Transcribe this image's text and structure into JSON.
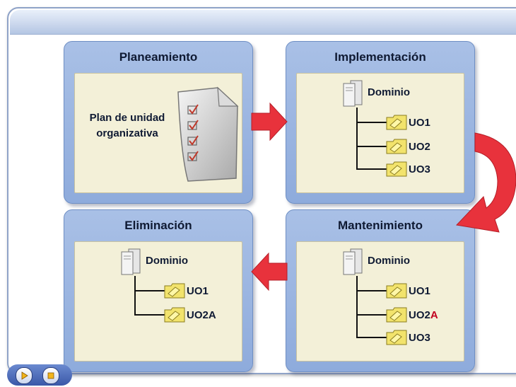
{
  "panels": {
    "planning": {
      "title": "Planeamiento",
      "plan_line1": "Plan de unidad",
      "plan_line2": "organizativa"
    },
    "implementation": {
      "title": "Implementación",
      "domain": "Dominio",
      "ous": [
        "UO1",
        "UO2",
        "UO3"
      ]
    },
    "maintenance": {
      "title": "Mantenimiento",
      "domain": "Dominio",
      "ou1": "UO1",
      "ou2_prefix": "UO2",
      "ou2_suffix": "A",
      "ou3": "UO3"
    },
    "deletion": {
      "title": "Eliminación",
      "domain": "Dominio",
      "ous": [
        "UO1",
        "UO2A"
      ]
    }
  },
  "colors": {
    "arrow": "#e8323c",
    "highlight_text": "#c2001f",
    "panel_fill": "#9fb8e2",
    "panel_inner": "#f3f0d8"
  },
  "icons": {
    "domain": "server-icon",
    "ou": "folder-icon",
    "plan": "document-checklist-icon",
    "nav_play": "play-icon",
    "nav_stop": "stop-icon"
  }
}
